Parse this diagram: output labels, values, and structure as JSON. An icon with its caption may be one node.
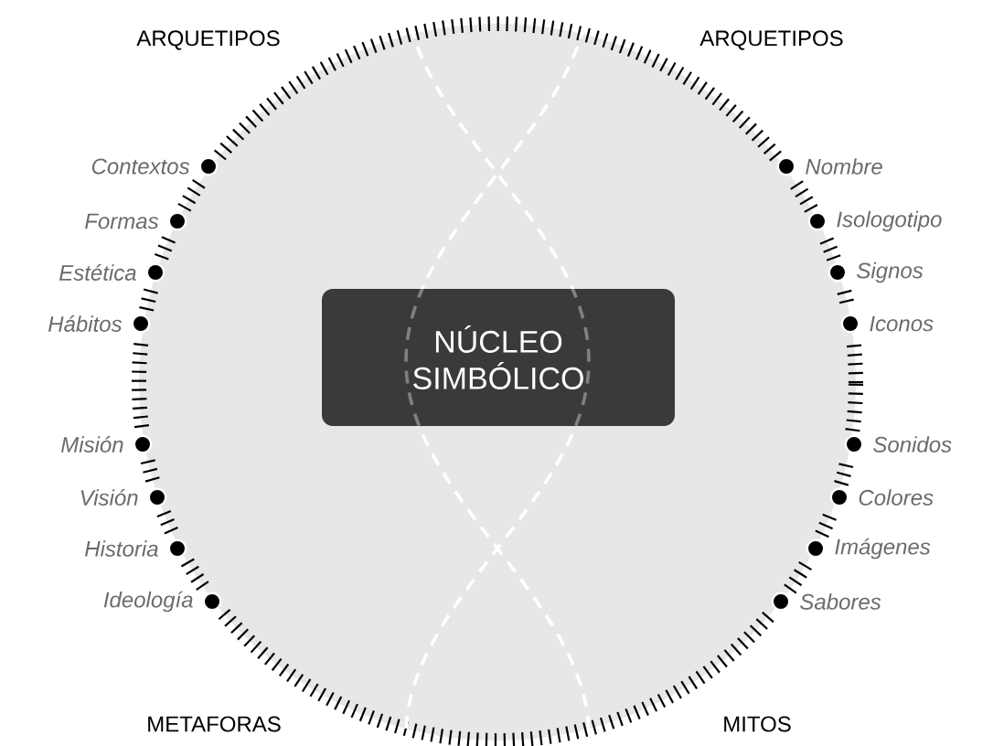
{
  "diagram": {
    "nodes": [
      {
        "text": [
          "NÚCLEO SIMBÓLICO"
        ]
      }
    ],
    "labels": [
      "ARQUETIPOS",
      "ARQUETIPOS",
      "Contextos",
      "Nombre",
      "Formas",
      "Isologotipo",
      "Estética",
      "Signos",
      "Hábitos",
      "Iconos",
      "Misión",
      "Sonidos",
      "Visión",
      "Colores",
      "Historia",
      "Imágenes",
      "Ideología",
      "Sabores",
      "METAFORAS",
      "MITOS"
    ]
  }
}
